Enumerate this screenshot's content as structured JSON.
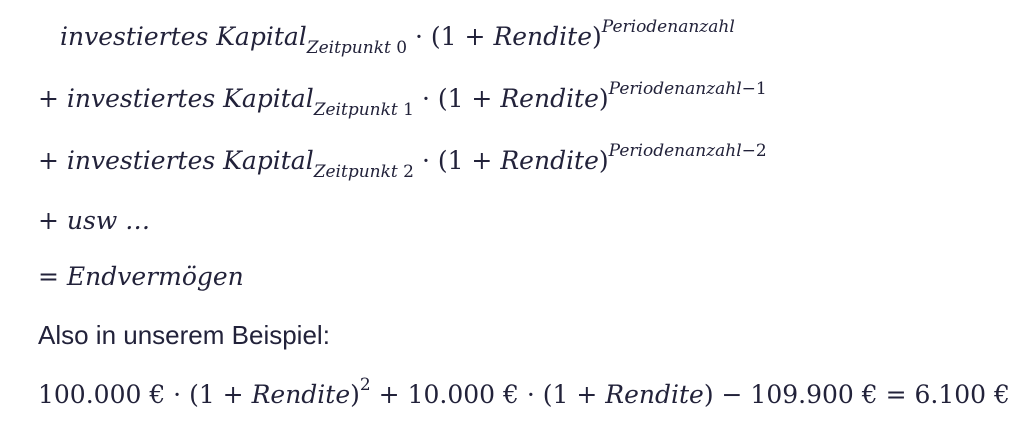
{
  "lines": [
    {
      "op": "",
      "term": "investiertes Kapital",
      "sub_word": "Zeitpunkt",
      "sub_num": "0",
      "factor": "· (1 + ",
      "var": "Rendite",
      "close": ")",
      "exp": "Periodenanzahl",
      "exp_tail": ""
    },
    {
      "op": "+",
      "term": "investiertes Kapital",
      "sub_word": "Zeitpunkt",
      "sub_num": "1",
      "factor": "· (1 + ",
      "var": "Rendite",
      "close": ")",
      "exp": "Periodenanzahl",
      "exp_tail": "−1"
    },
    {
      "op": "+",
      "term": "investiertes Kapital",
      "sub_word": "Zeitpunkt",
      "sub_num": "2",
      "factor": "· (1 + ",
      "var": "Rendite",
      "close": ")",
      "exp": "Periodenanzahl",
      "exp_tail": "−2"
    }
  ],
  "etc": {
    "op": "+",
    "text": "usw …"
  },
  "result": {
    "op": "=",
    "text": "Endvermögen"
  },
  "prose": "Also in unserem Beispiel:",
  "example": {
    "a1": "100.000 € · (1 + ",
    "var1": "Rendite",
    "close1": ")",
    "exp1": "2",
    "a2": " + 10.000 € · (1 + ",
    "var2": "Rendite",
    "close2": ") − 109.900 € = 6.100 €"
  }
}
